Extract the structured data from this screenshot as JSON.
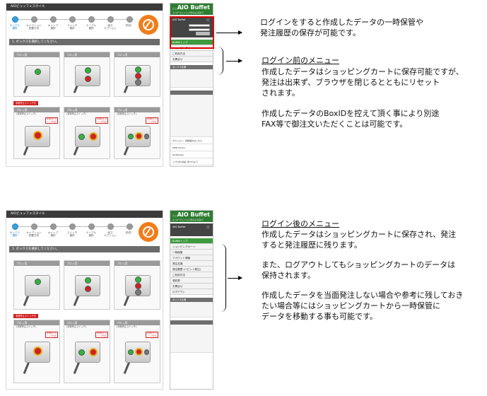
{
  "screens": [
    {
      "page_title": "AIOビュッフェスタイル",
      "steps": [
        {
          "label": "ボックス\n選択"
        },
        {
          "label": "キャプション\n配置方向"
        },
        {
          "label": "キャップ\n選択"
        },
        {
          "label": "スイッチ\n選択"
        },
        {
          "label": "ケーブル\n選択"
        },
        {
          "label": "組立\nオプション"
        },
        {
          "label": "完成！"
        }
      ],
      "instruction": "1. ボックスを選択してください。",
      "cards": [
        {
          "title": "プロッ用",
          "sub": ""
        },
        {
          "title": "プロッ用",
          "sub": ""
        },
        {
          "title": "プロッ用",
          "sub": ""
        },
        {
          "title": "プロッ用",
          "sub": "(非常停止スイッチ)"
        },
        {
          "title": "プロッ用",
          "sub": "(非常停止スイッチ)"
        },
        {
          "title": "プロッ用",
          "sub": "(非常停止スイッチ)"
        }
      ],
      "emergency_tag": "非常停止スイッチ付",
      "warn_tag": "非常停止\nスイッチ付き",
      "sidebar": {
        "logo_small": "ビュッフェ",
        "logo": "AIO Buffet",
        "tagline": "エイオービュッフェで作るなら任せて",
        "login_title": "AIO Buffet",
        "menu": [
          "Buffetトップ",
          "ショッピングカート",
          "ご利用方法",
          "お問合せ"
        ],
        "section1": "ボックス仕様",
        "section2": "",
        "ads": [
          "セクション：自動設計はこちら",
          "WEB Library",
          "RedDesign",
          "ジプロをお得に見つけよう"
        ]
      }
    },
    {
      "page_title": "AIOビュッフェスタイル",
      "sidebar": {
        "menu": [
          "Buffetトップ",
          "ショッピングカート",
          "一時保管",
          "アカウント情報",
          "発注支援",
          "発注履歴 (ハピット発注)",
          "ご利用方法",
          "領収書",
          "お問合せ",
          "ログアウト"
        ]
      }
    }
  ],
  "annotations": {
    "top_note": "ログインをすると作成したデータの一時保管や\n発注履歴の保存が可能です。",
    "before_heading": "ログイン前のメニュー",
    "before_body": "作成したデータはショッピングカートに保存可能ですが、\n発注は出来ず、ブラウザを閉じるとともにリセット\nされます。",
    "before_body2": "作成したデータのBoxIDを控えて頂く事により別途\nFAX等で御注文いただくことは可能です。",
    "after_heading": "ログイン後のメニュー",
    "after_body": "作成したデータはショッピングカートに保存され、発注\nすると発注履歴に残ります。",
    "after_body2": "また、ログアウトしてもショッピングカートのデータは\n保持されます。",
    "after_body3": "作成したデータを当面発注しない場合や参考に残しておき\nたい場合等にはショッピングカートから一時保管に\nデータを移動する事も可能です。"
  },
  "colors": {
    "highlight": "#e00000",
    "accent_green": "#2e7d32",
    "step_active": "#3aa0e0",
    "logo_orange": "#f07d1a"
  }
}
